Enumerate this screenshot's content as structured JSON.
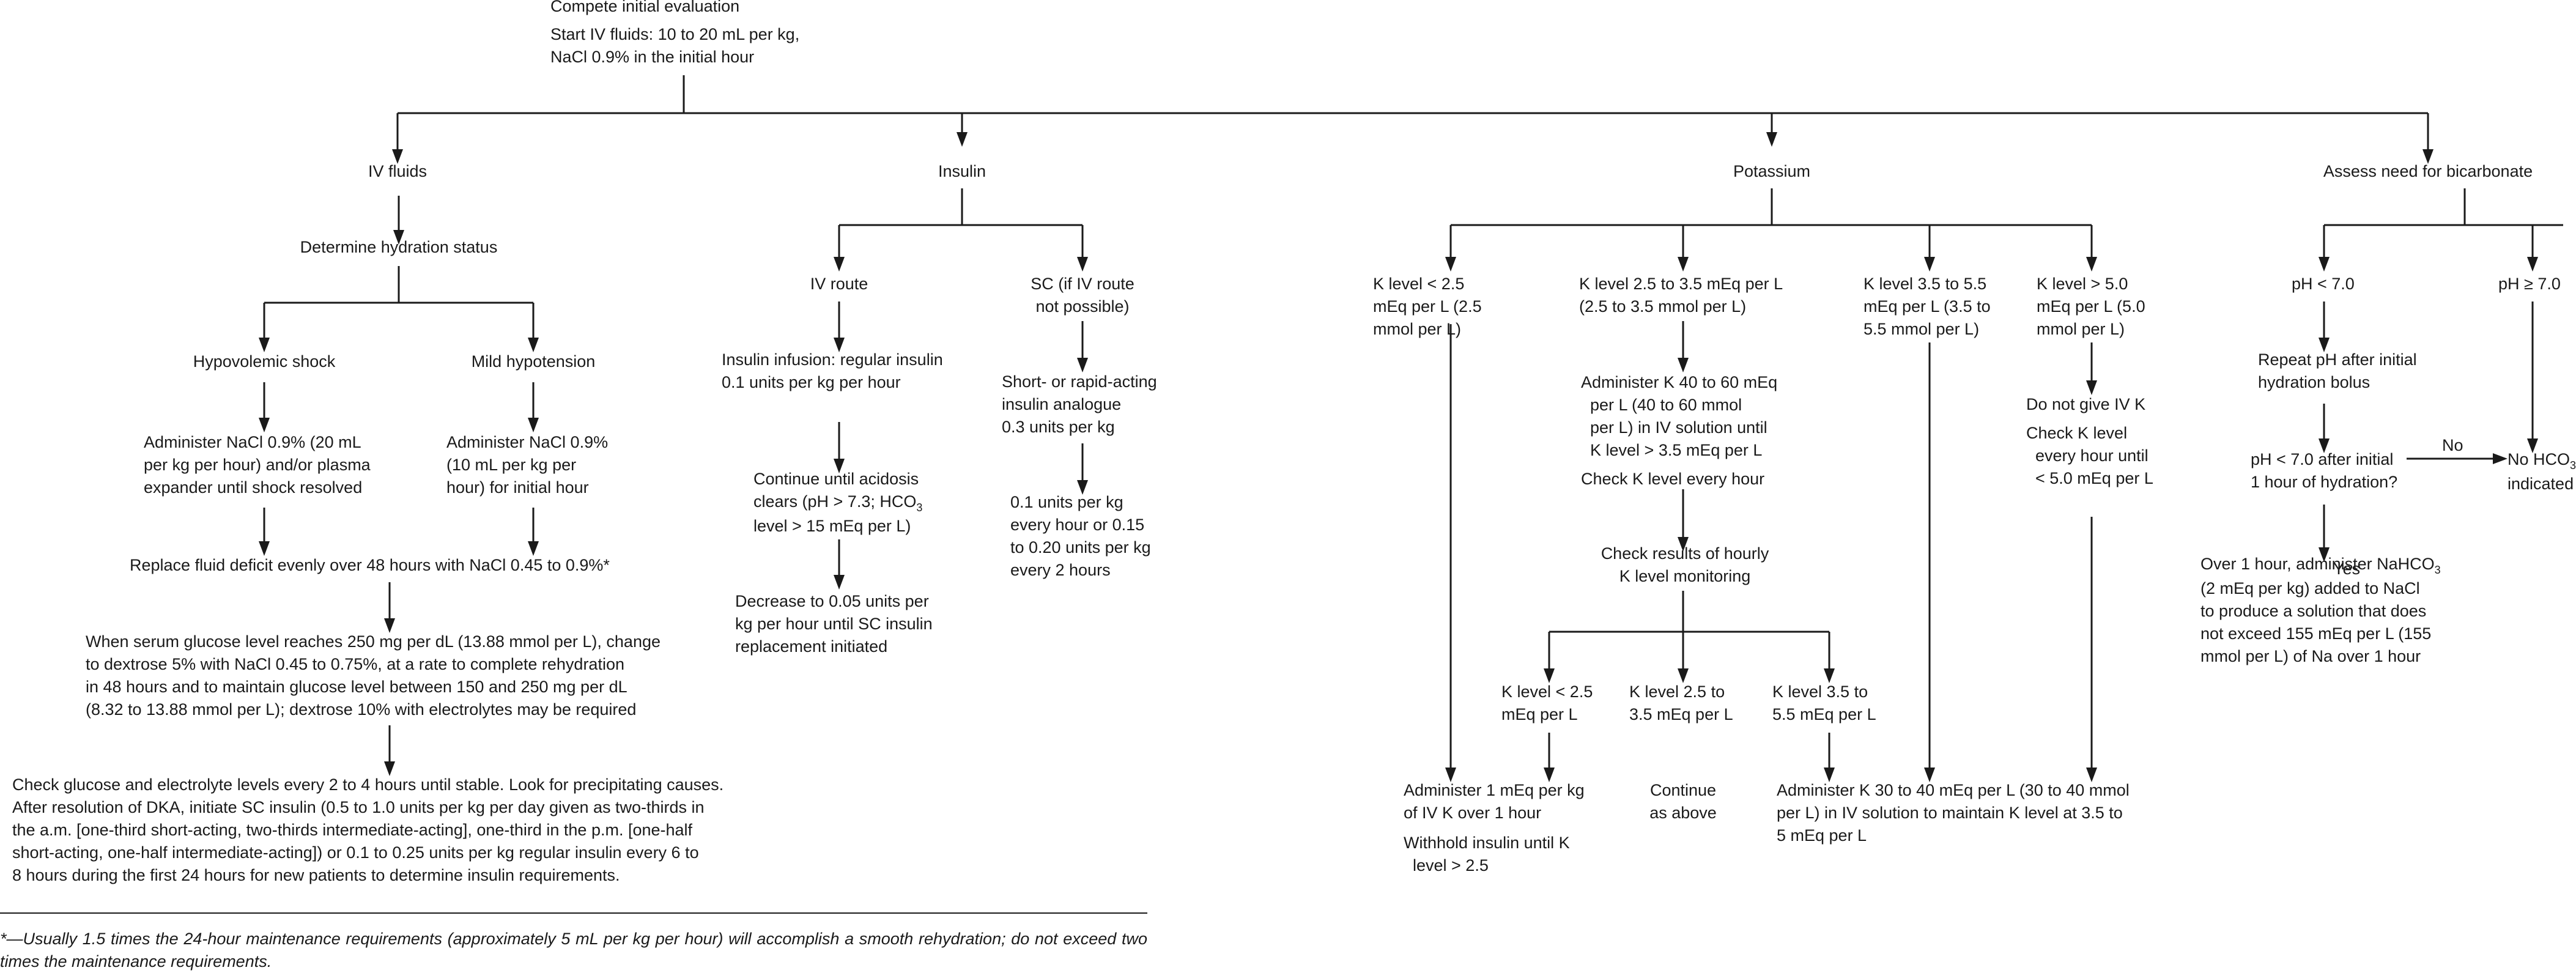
{
  "start": {
    "line1": "Compete initial evaluation",
    "line2": "Start IV fluids: 10 to 20 mL per kg,",
    "line3": "NaCl 0.9% in the initial hour"
  },
  "branches": {
    "iv_fluids": "IV fluids",
    "insulin": "Insulin",
    "potassium": "Potassium",
    "bicarbonate": "Assess need for bicarbonate"
  },
  "iv": {
    "hydration_status": "Determine hydration status",
    "hypovolemic_shock": "Hypovolemic shock",
    "mild_hypotension": "Mild hypotension",
    "shock_action": "Administer NaCl 0.9% (20 mL\nper kg per hour) and/or plasma\nexpander until shock resolved",
    "hypotension_action": "Administer NaCl 0.9%\n(10 mL per kg per\nhour) for initial hour",
    "replace_deficit": "Replace fluid deficit evenly over 48 hours with NaCl 0.45 to 0.9%*",
    "glucose_reaches": "When serum glucose level reaches 250 mg per dL (13.88 mmol per L), change\nto dextrose 5% with NaCl 0.45 to 0.75%, at a rate to complete rehydration\nin 48 hours and to maintain glucose level between 150 and 250 mg per dL\n(8.32 to 13.88 mmol per L); dextrose 10% with electrolytes may be required",
    "check_glucose": "Check glucose and electrolyte levels every 2 to 4 hours until stable. Look for precipitating causes.\nAfter resolution of DKA, initiate SC insulin (0.5 to 1.0 units per kg per day given as two-thirds in\nthe a.m. [one-third short-acting, two-thirds intermediate-acting], one-third in the p.m. [one-half\nshort-acting, one-half intermediate-acting]) or 0.1 to 0.25 units per kg regular insulin every 6 to\n8 hours during the first 24 hours for new patients to determine insulin requirements."
  },
  "insulin": {
    "iv_route": "IV route",
    "sc_route": "SC (if IV route\nnot possible)",
    "infusion": "Insulin infusion: regular insulin\n0.1 units per kg per hour",
    "continue_a": "Continue until acidosis\nclears (pH > 7.3; HCO",
    "continue_sub": "3",
    "continue_b": "\nlevel > 15 mEq per L)",
    "decrease": "Decrease to 0.05 units per\nkg per hour until SC insulin\nreplacement initiated",
    "sc_analogue": "Short- or rapid-acting\ninsulin analogue\n0.3 units per kg",
    "sc_followup": "0.1 units per kg\nevery hour or 0.15\nto 0.20 units per kg\nevery 2 hours"
  },
  "potassium": {
    "k_lt_25": "K level < 2.5\nmEq per L (2.5\nmmol per L)",
    "k_25_35": "K level 2.5 to 3.5 mEq per L\n(2.5 to 3.5 mmol per L)",
    "k_35_55": "K level 3.5 to 5.5\nmEq per L (3.5 to\n5.5 mmol per L)",
    "k_gt_50": "K level > 5.0\nmEq per L (5.0\nmmol per L)",
    "administer_40_60": "Administer K 40 to 60 mEq\n  per L (40 to 60 mmol\n  per L) in IV solution until\n  K level > 3.5 mEq per L",
    "check_every_hour": "Check K level every hour",
    "check_results": "Check results of hourly\nK level monitoring",
    "sub_lt_25": "K level < 2.5\nmEq per L",
    "sub_25_35": "K level 2.5 to\n3.5 mEq per L",
    "sub_35_55": "K level 3.5 to\n5.5 mEq per L",
    "administer_1": "Administer 1 mEq per kg\nof IV K over 1 hour",
    "withhold": "Withhold insulin until K\n  level > 2.5",
    "continue_above": "Continue\nas above",
    "administer_30_40": "Administer K 30 to 40 mEq per L (30 to 40 mmol\nper L) in IV solution to maintain K level at 3.5 to\n5 mEq per L",
    "no_iv_k": "Do not give IV K",
    "check_until": "Check K level\n  every hour until\n  < 5.0 mEq per L"
  },
  "bicarb": {
    "ph_lt_7": "pH < 7.0",
    "ph_ge_7": "pH ≥ 7.0",
    "repeat_ph": "Repeat pH after initial\nhydration bolus",
    "ph_after": "pH < 7.0 after initial\n1 hour of hydration?",
    "no": "No",
    "yes": "Yes",
    "no_hco3_a": "No HCO",
    "no_hco3_sub": "3",
    "no_hco3_b": "\nindicated",
    "over_1h_a": "Over 1 hour, administer NaHCO",
    "over_1h_sub": "3",
    "over_1h_b": "\n(2 mEq per kg) added to NaCl\nto produce a solution that does\nnot exceed 155 mEq per L (155\nmmol per L) of Na over 1 hour"
  },
  "footnote": "*—Usually 1.5 times the 24-hour maintenance requirements (approximately 5 mL per kg per hour) will accomplish a smooth rehydration; do not exceed two times the maintenance requirements."
}
